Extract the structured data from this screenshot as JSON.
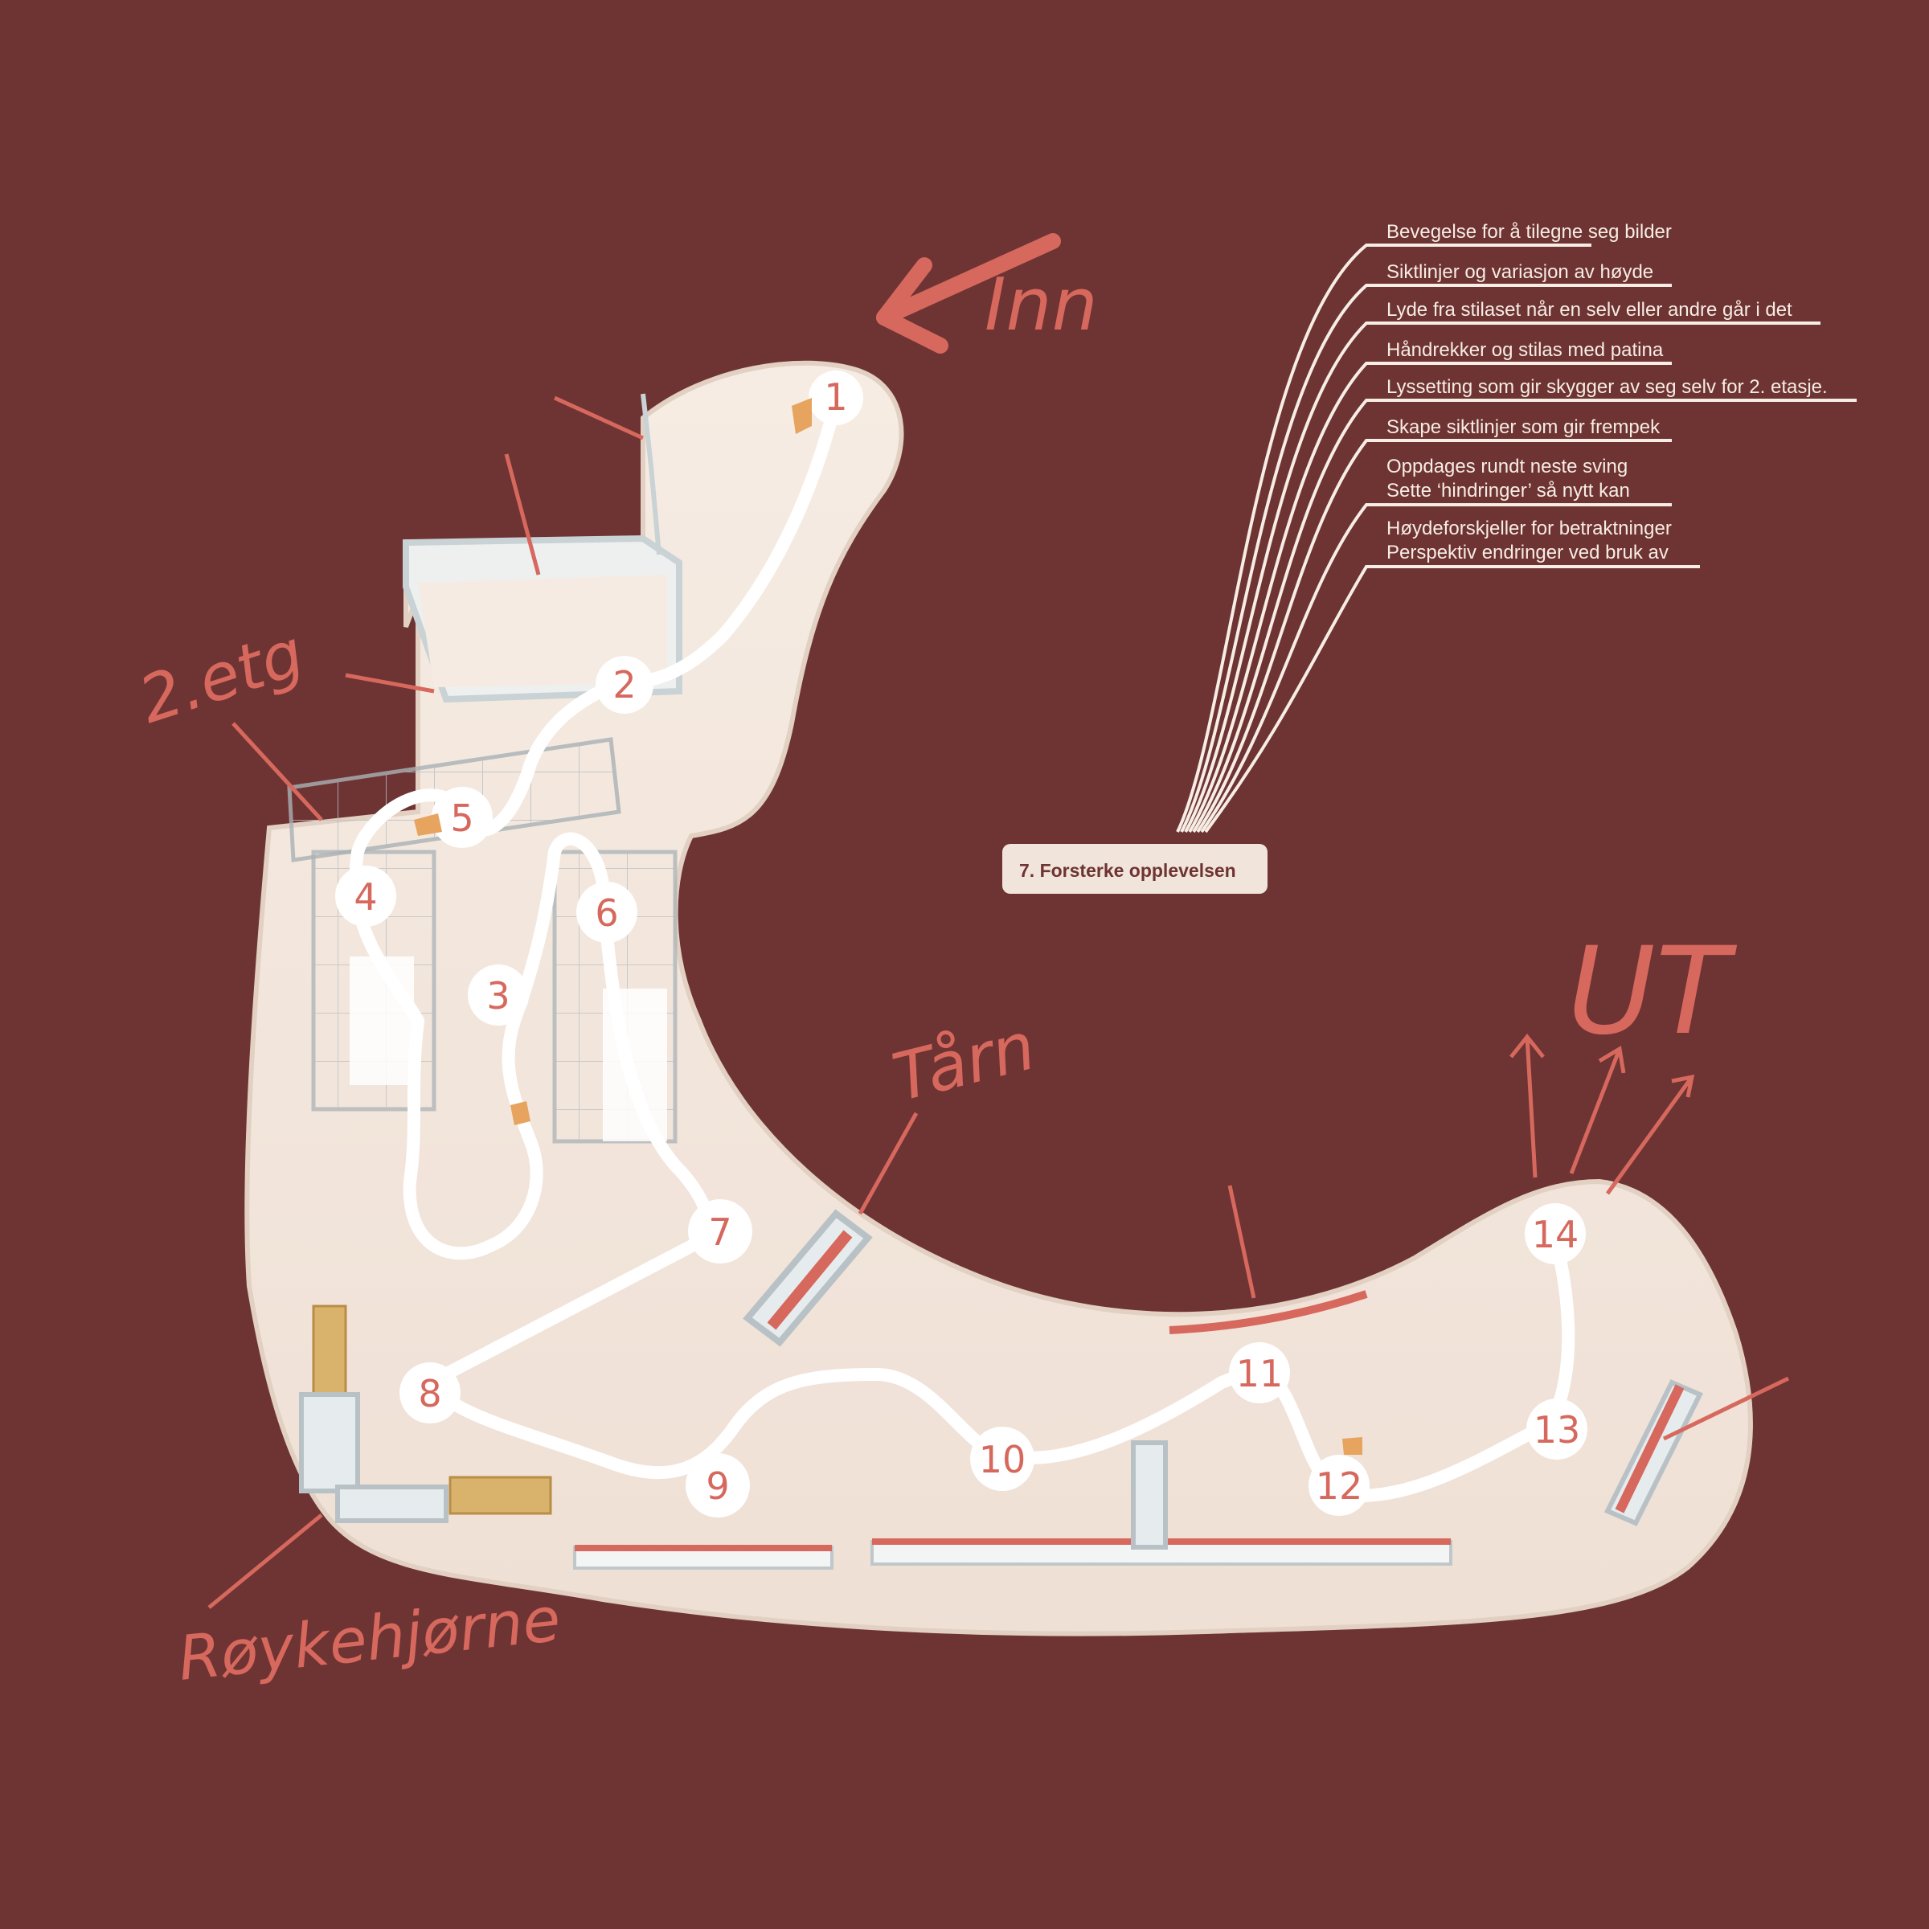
{
  "colors": {
    "background": "#6e3333",
    "floor": "#f2e6dc",
    "floor_edge": "#e2d0c3",
    "path": "#ffffff",
    "accent": "#d6685d",
    "text_light": "#f6ede4",
    "wood": "#d9b36c",
    "steel": "#c9cfd3"
  },
  "annotations": {
    "entry": "Inn",
    "exit": "UT",
    "second_floor": "2.etg",
    "tower": "Tårn",
    "smoking_corner": "Røykehjørne"
  },
  "stations": [
    "1",
    "2",
    "3",
    "4",
    "5",
    "6",
    "7",
    "8",
    "9",
    "10",
    "11",
    "12",
    "13",
    "14"
  ],
  "legend": {
    "items": [
      [
        "Bevegelse for å tilegne seg bilder"
      ],
      [
        "Siktlinjer og variasjon av høyde"
      ],
      [
        "Lyde fra stilaset når en selv eller andre går i det"
      ],
      [
        "Håndrekker og stilas med patina"
      ],
      [
        "Lyssetting som gir skygger av seg selv for 2. etasje."
      ],
      [
        "Skape siktlinjer som gir frempek"
      ],
      [
        "Oppdages rundt neste sving",
        "Sette ‘hindringer’ så nytt kan"
      ],
      [
        "Høydeforskjeller for betraktninger",
        "Perspektiv endringer ved bruk av"
      ]
    ],
    "title": "7. Forsterke opplevelsen"
  }
}
